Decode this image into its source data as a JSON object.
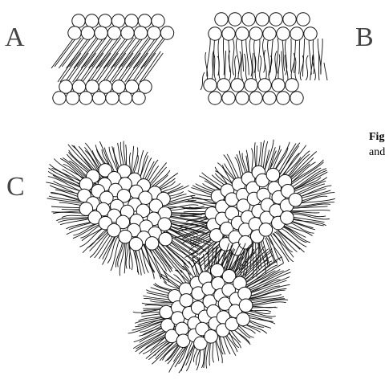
{
  "labels": {
    "a": "A",
    "b": "B",
    "c": "C"
  },
  "caption": {
    "line1": "Fig",
    "line2": "and"
  },
  "colors": {
    "stroke": "#111111",
    "head_fill": "#ffffff",
    "letter": "#444444"
  }
}
